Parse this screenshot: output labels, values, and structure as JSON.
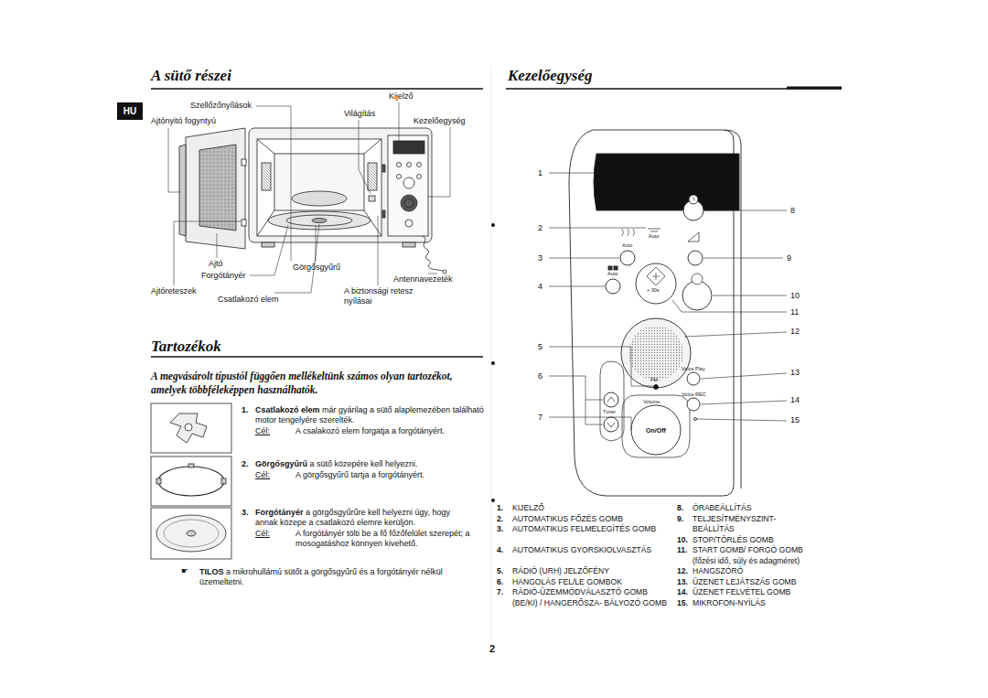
{
  "diagram": {
    "nodes": [
      {
        "text": [
          "HU"
        ]
      },
      {
        "text": [
          "On/Off"
        ]
      }
    ],
    "labels": [
      "A sütő részei",
      "Kijelző",
      "Szellőzőnyílások",
      "Világítás",
      "Ajtónyitó fogyntyú",
      "Kezelőegység",
      "Ajtó",
      "Görgősgyűrű",
      "Forgótányér",
      "Antennavezeték",
      "Ajtóreteszek",
      "Csatlakozó elem",
      "A biztonsági retesz nyílásai",
      "Tartozékok",
      "A megvásárolt típustól függően mellékeltünk számos olyan tartozékot, amelyek többféleképpen használhatók.",
      "1.",
      "Csatlakozó elem",
      "már gyárilag a sütő alaplemezében található motor tengelyére szerelték.",
      "Cél:",
      "A csalakozó elem forgatja a forgótányért.",
      "2.",
      "Görgősgyűrű",
      "a sütő közepére kell helyezni.",
      "Cél:",
      "A görgősgyűrű tartja a forgótányért.",
      "3.",
      "Forgótányér",
      "a görgősgyűrűre kell helyezni úgy, hogy annak közepe a csatlakozó elemre kerüljön.",
      "Cél:",
      "A forgótányér tölti be a fő főzőfelület szerepét; a mosogatáshoz könnyen kivehető.",
      "☛",
      "TILOS",
      "a mikrohullámú sütőt a görgősgyűrű és a forgótányér nélkül üzemeltetni.",
      "Kezelőegység",
      "1",
      "2",
      "3",
      "4",
      "5",
      "6",
      "7",
      "8",
      "9",
      "10",
      "11",
      "12",
      "13",
      "14",
      "15",
      "Auto",
      "Auto",
      "Auto",
      "+ 30s",
      "FM",
      "Tuner",
      "Volume",
      "Voice Play",
      "Voice REC",
      "1.",
      "KIJELZŐ",
      "2.",
      "AUTOMATIKUS FŐZÉS GOMB",
      "3.",
      "AUTOMATIKUS FELMELEGÍTÉS GOMB",
      "4.",
      "AUTOMATIKUS GYORSKIOLVASZTÁS",
      "5.",
      "RÁDIÓ (URH) JELZŐFÉNY",
      "6.",
      "HANGOLÁS FEL/LE GOMBOK",
      "7.",
      "RÁDIÓ-ÜZEMMÓDVÁLASZTÓ GOMB (BE/KI) / HANGERŐSZA- BÁLYOZÓ GOMB",
      "8.",
      "ÓRABEÁLLÍTÁS",
      "9.",
      "TELJESÍTMÉNYSZINT- BEÁLLÍTÁS",
      "10.",
      "STOP/TÖRLÉS GOMB",
      "11.",
      "START GOMB/ FORGÓ GOMB",
      "(főzési idő, súly és adagméret)",
      "12.",
      "HANGSZÓRÓ",
      "13.",
      "ÜZENET LEJÁTSZÁS GOMB",
      "14.",
      "ÜZENET FELVÉTEL GOMB",
      "15.",
      "MIKROFON-NYÍLÁS",
      "2"
    ]
  }
}
